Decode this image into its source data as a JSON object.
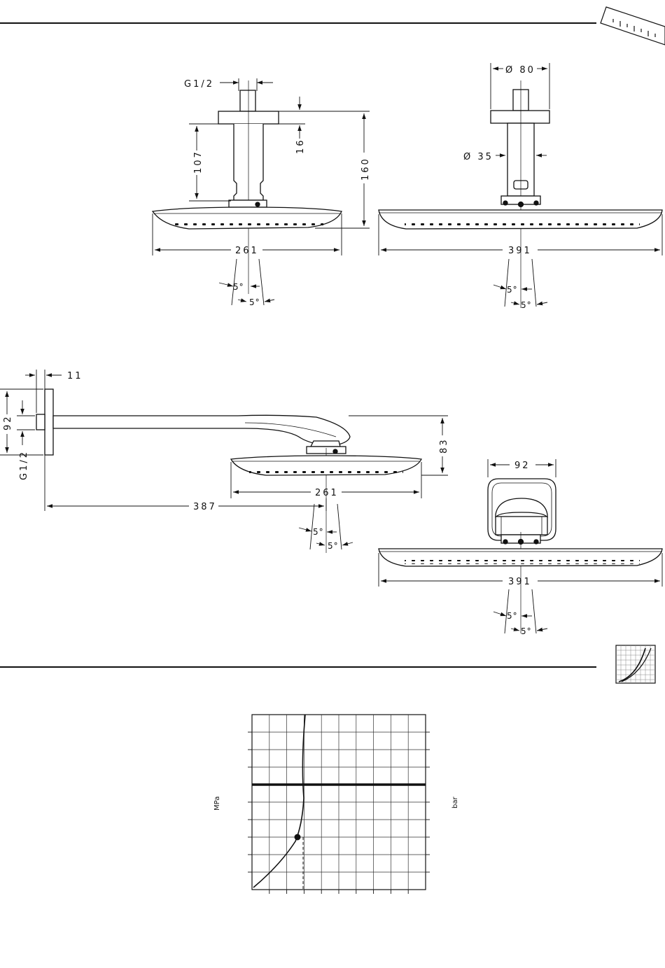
{
  "dims": {
    "top_left": {
      "thread": "G1/2",
      "h107": "107",
      "h16": "16",
      "h160": "160",
      "w261": "261",
      "ang1": "5°",
      "ang2": "5°"
    },
    "top_right": {
      "dia80": "Ø 80",
      "dia35": "Ø 35",
      "w391": "391",
      "ang1": "5°",
      "ang2": "5°"
    },
    "bottom_left": {
      "d11": "11",
      "d92": "92",
      "thread": "G1/2",
      "d83": "83",
      "w261": "261",
      "d387": "387",
      "ang1": "5°",
      "ang2": "5°"
    },
    "bottom_right": {
      "d92": "92",
      "w391": "391",
      "ang1": "5°",
      "ang2": "5°"
    }
  },
  "chart": {
    "ylabel_left": "MPa",
    "ylabel_right": "bar"
  }
}
